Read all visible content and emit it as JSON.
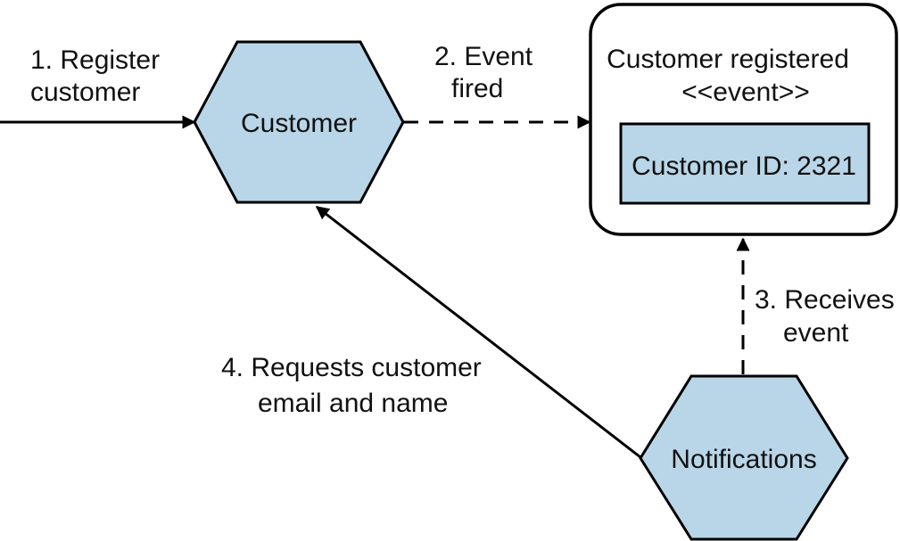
{
  "diagram": {
    "nodes": {
      "customer": {
        "label": "Customer"
      },
      "notifications": {
        "label": "Notifications"
      },
      "event": {
        "title": "Customer registered",
        "stereotype": "<<event>>",
        "field": "Customer ID: 2321"
      }
    },
    "edges": {
      "register": {
        "line1": "1. Register",
        "line2": "customer"
      },
      "fired": {
        "line1": "2. Event",
        "line2": "fired"
      },
      "receives": {
        "line1": "3. Receives",
        "line2": "event"
      },
      "requests": {
        "line1": "4. Requests customer",
        "line2": "email and name"
      }
    },
    "colors": {
      "node_fill": "#b9d6e8",
      "stroke": "#000000",
      "text": "#111111"
    }
  }
}
